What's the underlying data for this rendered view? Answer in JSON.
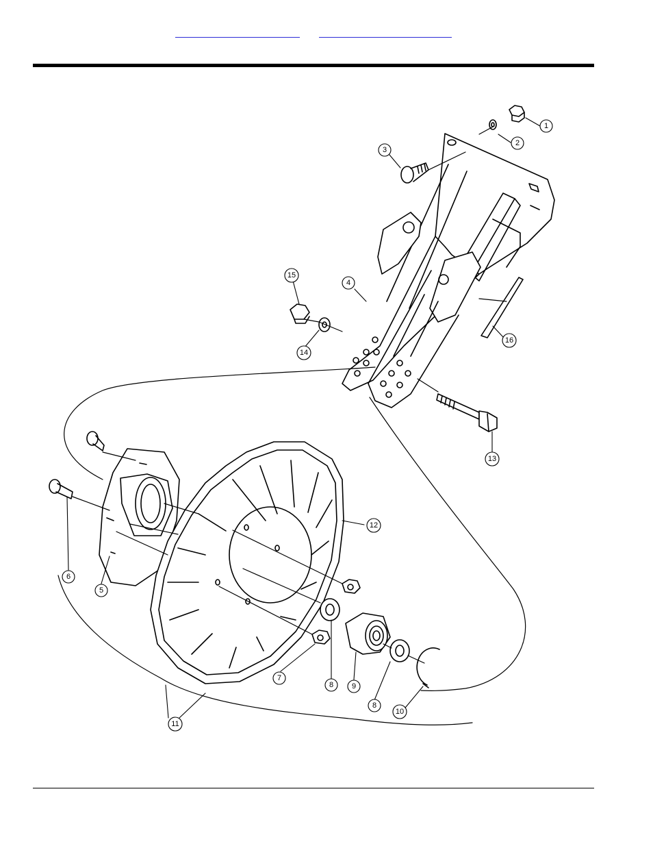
{
  "nav": {
    "left_link": "",
    "right_link": ""
  },
  "diagram": {
    "callouts": [
      {
        "id": "c1",
        "label": "1"
      },
      {
        "id": "c2",
        "label": "2"
      },
      {
        "id": "c3",
        "label": "3"
      },
      {
        "id": "c4",
        "label": "4"
      },
      {
        "id": "c5",
        "label": "5"
      },
      {
        "id": "c6",
        "label": "6"
      },
      {
        "id": "c7",
        "label": "7"
      },
      {
        "id": "c8a",
        "label": "8"
      },
      {
        "id": "c8b",
        "label": "8"
      },
      {
        "id": "c9",
        "label": "9"
      },
      {
        "id": "c10",
        "label": "10"
      },
      {
        "id": "c11",
        "label": "11"
      },
      {
        "id": "c12",
        "label": "12"
      },
      {
        "id": "c13",
        "label": "13"
      },
      {
        "id": "c14",
        "label": "14"
      },
      {
        "id": "c15",
        "label": "15"
      },
      {
        "id": "c16",
        "label": "16"
      }
    ]
  }
}
